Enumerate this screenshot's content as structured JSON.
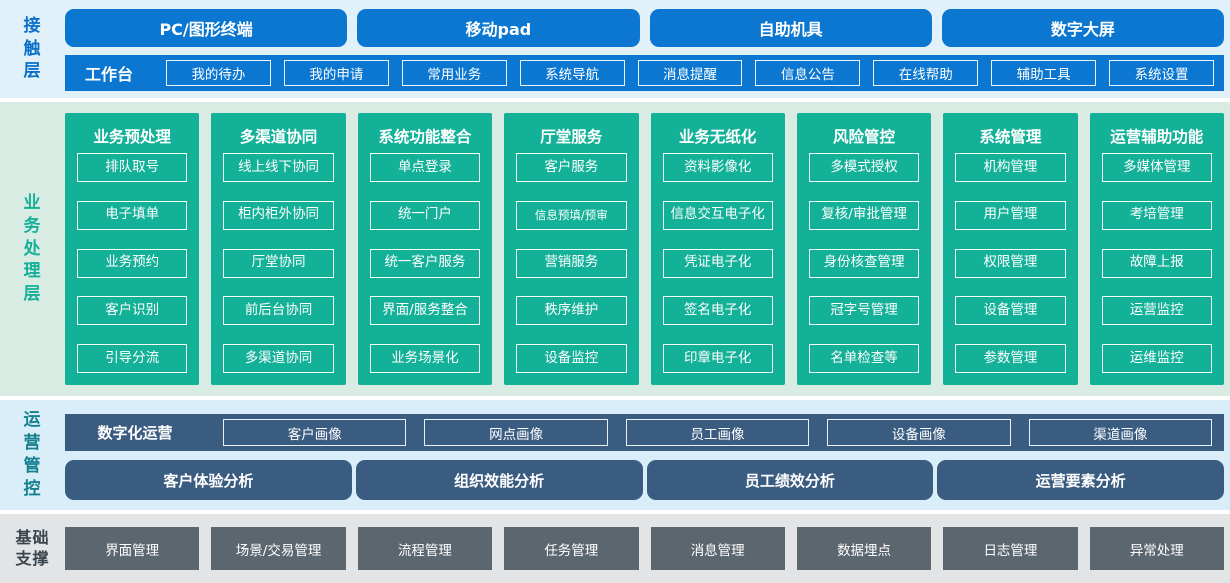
{
  "colors": {
    "blue": "#0b77d0",
    "teal": "#14b199",
    "navy": "#3a5c80",
    "slate_gray": "#5c666f",
    "touch_bg": "#e1f1fa",
    "biz_bg": "#d9ece4",
    "ops_bg": "#daeef9",
    "base_bg": "#e3e4e6"
  },
  "touch_layer": {
    "label": "接触层",
    "terminals": [
      "PC/图形终端",
      "移动pad",
      "自助机具",
      "数字大屏"
    ],
    "workbench": {
      "label": "工作台",
      "items": [
        "我的待办",
        "我的申请",
        "常用业务",
        "系统导航",
        "消息提醒",
        "信息公告",
        "在线帮助",
        "辅助工具",
        "系统设置"
      ]
    }
  },
  "business_layer": {
    "label": "业务处理层",
    "columns": [
      {
        "title": "业务预处理",
        "items": [
          "排队取号",
          "电子填单",
          "业务预约",
          "客户识别",
          "引导分流"
        ]
      },
      {
        "title": "多渠道协同",
        "items": [
          "线上线下协同",
          "柜内柜外协同",
          "厅堂协同",
          "前后台协同",
          "多渠道协同"
        ]
      },
      {
        "title": "系统功能整合",
        "items": [
          "单点登录",
          "统一门户",
          "统一客户服务",
          "界面/服务整合",
          "业务场景化"
        ]
      },
      {
        "title": "厅堂服务",
        "items": [
          "客户服务",
          "信息预填/预审",
          "营销服务",
          "秩序维护",
          "设备监控"
        ]
      },
      {
        "title": "业务无纸化",
        "items": [
          "资料影像化",
          "信息交互电子化",
          "凭证电子化",
          "签名电子化",
          "印章电子化"
        ]
      },
      {
        "title": "风险管控",
        "items": [
          "多模式授权",
          "复核/审批管理",
          "身份核查管理",
          "冠字号管理",
          "名单检查等"
        ]
      },
      {
        "title": "系统管理",
        "items": [
          "机构管理",
          "用户管理",
          "权限管理",
          "设备管理",
          "参数管理"
        ]
      },
      {
        "title": "运营辅助功能",
        "items": [
          "多媒体管理",
          "考培管理",
          "故障上报",
          "运营监控",
          "运维监控"
        ]
      }
    ]
  },
  "operations_layer": {
    "label": "运营管控",
    "digital_ops": {
      "label": "数字化运营",
      "items": [
        "客户画像",
        "网点画像",
        "员工画像",
        "设备画像",
        "渠道画像"
      ]
    },
    "analysis": [
      "客户体验分析",
      "组织效能分析",
      "员工绩效分析",
      "运营要素分析"
    ]
  },
  "base_layer": {
    "label": "基础支撑",
    "items": [
      "界面管理",
      "场景/交易管理",
      "流程管理",
      "任务管理",
      "消息管理",
      "数据埋点",
      "日志管理",
      "异常处理"
    ]
  }
}
